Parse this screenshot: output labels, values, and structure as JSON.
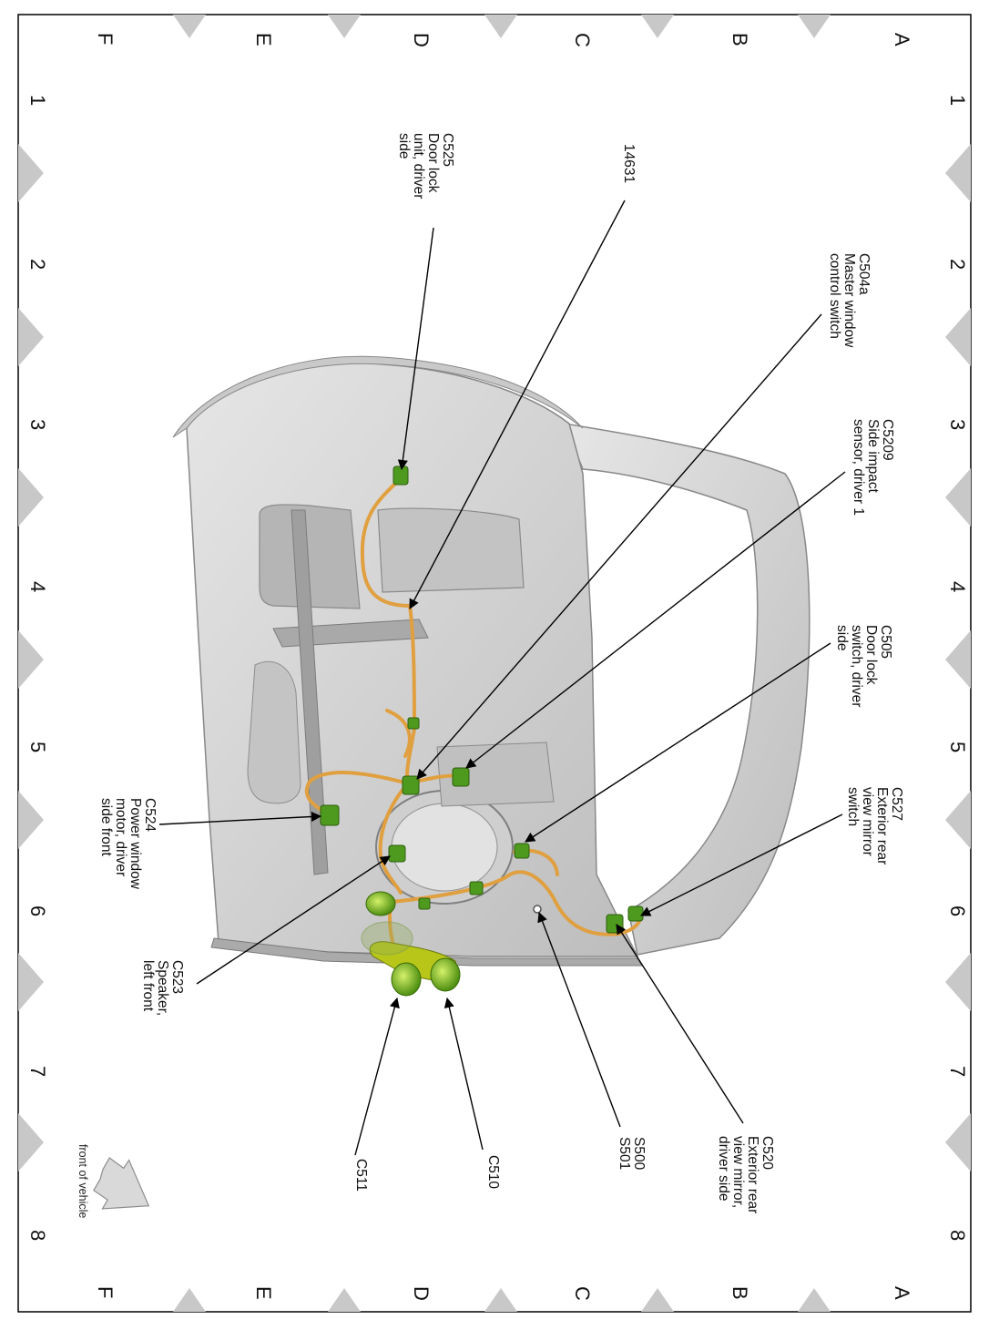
{
  "grid": {
    "columns": [
      "1",
      "2",
      "3",
      "4",
      "5",
      "6",
      "7",
      "8"
    ],
    "rows": [
      "A",
      "B",
      "C",
      "D",
      "E",
      "F"
    ]
  },
  "callouts": {
    "c525": [
      "C525",
      "Door lock",
      "unit, driver",
      "side"
    ],
    "n14631": [
      "14631"
    ],
    "c504a": [
      "C504a",
      "Master window",
      "control switch"
    ],
    "c5209": [
      "C5209",
      "Side impact",
      "sensor, driver 1"
    ],
    "c505": [
      "C505",
      "Door lock",
      "switch, driver",
      "side"
    ],
    "c527": [
      "C527",
      "Exterior rear",
      "view mirror",
      "switch"
    ],
    "c524": [
      "C524",
      "Power window",
      "motor, driver",
      "side front"
    ],
    "c523": [
      "C523",
      "Speaker,",
      "left front"
    ],
    "c520": [
      "C520",
      "Exterior rear",
      "view mirror,",
      "driver side"
    ],
    "s500": [
      "S500",
      "S501"
    ],
    "c510": [
      "C510"
    ],
    "c511": [
      "C511"
    ]
  },
  "front_of_vehicle": "front of vehicle",
  "colors": {
    "harness": "#e0a040",
    "connector": "#4e9a1e",
    "panel": "#d8d8d8",
    "grid_marker": "#c8c8c8"
  }
}
